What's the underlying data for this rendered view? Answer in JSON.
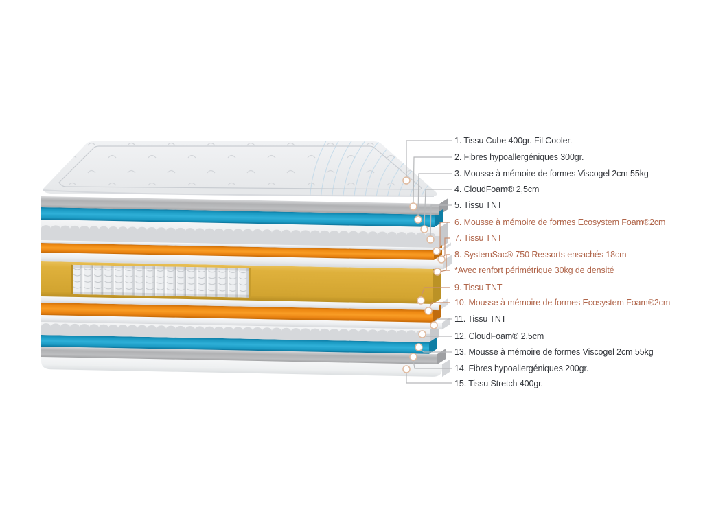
{
  "diagram": {
    "type": "mattress-layer-cutaway",
    "callouts": [
      {
        "id": "1",
        "text": "1. Tissu Cube 400gr. Fil Cooler.",
        "emphasis": false
      },
      {
        "id": "2",
        "text": "2. Fibres hypoallergéniques 300gr.",
        "emphasis": false
      },
      {
        "id": "3",
        "text": "3. Mousse à mémoire de formes Viscogel 2cm 55kg",
        "emphasis": false
      },
      {
        "id": "4",
        "text": "4. CloudFoam® 2,5cm",
        "emphasis": false
      },
      {
        "id": "5",
        "text": "5. Tissu TNT",
        "emphasis": false
      },
      {
        "id": "6",
        "text": "6. Mousse à mémoire de formes Ecosystem Foam®2cm",
        "emphasis": true
      },
      {
        "id": "7",
        "text": "7. Tissu TNT",
        "emphasis": true
      },
      {
        "id": "8",
        "text": "8. SystemSac® 750 Ressorts ensachés 18cm",
        "emphasis": true
      },
      {
        "id": "8n",
        "text": "*Avec renfort périmétrique 30kg de densité",
        "emphasis": true
      },
      {
        "id": "9",
        "text": "9. Tissu TNT",
        "emphasis": true
      },
      {
        "id": "10",
        "text": "10. Mousse à mémoire de formes Ecosystem Foam®2cm",
        "emphasis": true
      },
      {
        "id": "11",
        "text": "11. Tissu TNT",
        "emphasis": false
      },
      {
        "id": "12",
        "text": "12. CloudFoam® 2,5cm",
        "emphasis": false
      },
      {
        "id": "13",
        "text": "13. Mousse à mémoire de formes Viscogel 2cm 55kg",
        "emphasis": false
      },
      {
        "id": "14",
        "text": "14. Fibres hypoallergéniques 200gr.",
        "emphasis": false
      },
      {
        "id": "15",
        "text": "15. Tissu Stretch 400gr.",
        "emphasis": false
      }
    ],
    "palette": {
      "text_dark": "#34373c",
      "text_terracotta": "#b0654a",
      "leader_gray": "#b6b8ba",
      "leader_terracotta": "#c98f6f",
      "dot_ring": "#e0bba0",
      "layer_blue": "#1b9ac3",
      "layer_orange": "#ee8913",
      "layer_yellow": "#dfb13c",
      "layer_gray_fibre": "#b4b5b7",
      "layer_white_foam": "#eef0f2"
    }
  }
}
